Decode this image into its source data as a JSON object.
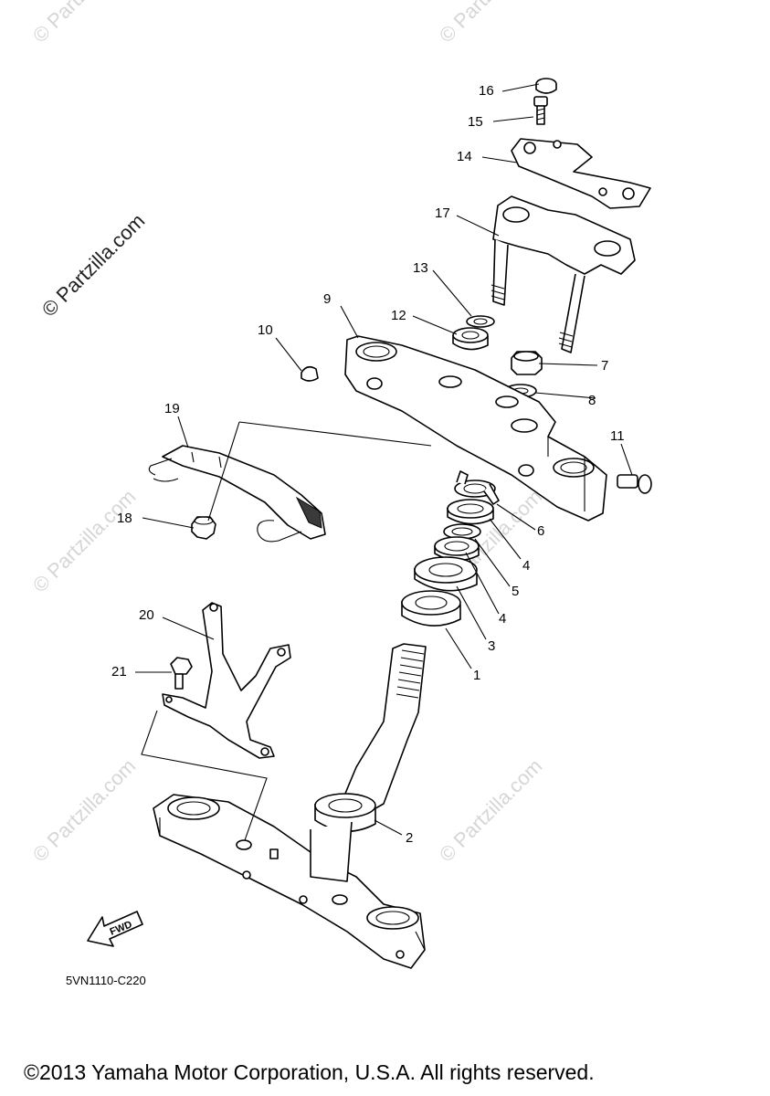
{
  "watermark_main": "© Partzilla.com",
  "watermark_faint": "© Partzilla.com",
  "diagram_code": "5VN1110-C220",
  "fwd_label": "FWD",
  "copyright": "©2013 Yamaha Motor Corporation, U.S.A. All rights reserved.",
  "callouts": {
    "c1": "1",
    "c2": "2",
    "c3": "3",
    "c4a": "4",
    "c4b": "4",
    "c5": "5",
    "c6": "6",
    "c7": "7",
    "c8": "8",
    "c9": "9",
    "c10": "10",
    "c11": "11",
    "c12": "12",
    "c13": "13",
    "c14": "14",
    "c15": "15",
    "c16": "16",
    "c17": "17",
    "c18": "18",
    "c19": "19",
    "c20": "20",
    "c21": "21"
  }
}
